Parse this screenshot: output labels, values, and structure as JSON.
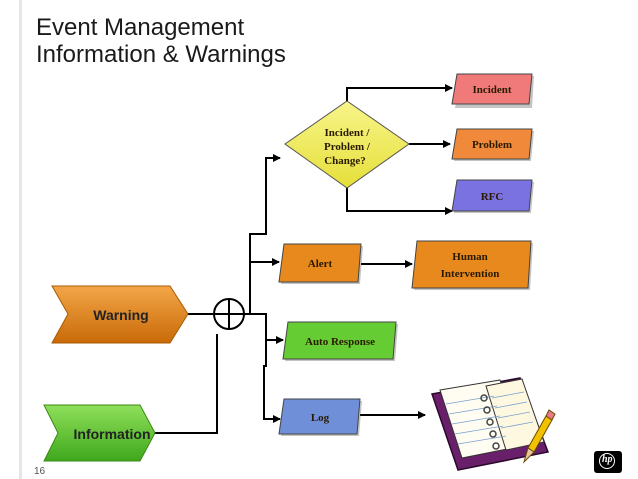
{
  "slide": {
    "title_line1": "Event Management",
    "title_line2": "Information & Warnings",
    "page_number": "16"
  },
  "diagram": {
    "decision": {
      "line1": "Incident /",
      "line2": "Problem /",
      "line3": "Change?"
    },
    "incident": "Incident",
    "problem": "Problem",
    "rfc": "RFC",
    "alert": "Alert",
    "human_line1": "Human",
    "human_line2": "Intervention",
    "auto_response": "Auto Response",
    "log": "Log",
    "warning": "Warning",
    "information": "Information"
  },
  "colors": {
    "incident_fill": "#f07a7a",
    "problem_fill": "#f08a3a",
    "rfc_fill": "#7a72e0",
    "decision_fill": "#f4f06a",
    "alert_fill": "#e8891e",
    "human_fill": "#e8891e",
    "auto_response_fill": "#66cc33",
    "log_fill": "#6f8fd8",
    "warning_fill": "#e88a1a",
    "information_fill": "#66cc33"
  },
  "icons": {
    "logbook": "notebook-icon",
    "logo": "hp-logo-icon"
  }
}
